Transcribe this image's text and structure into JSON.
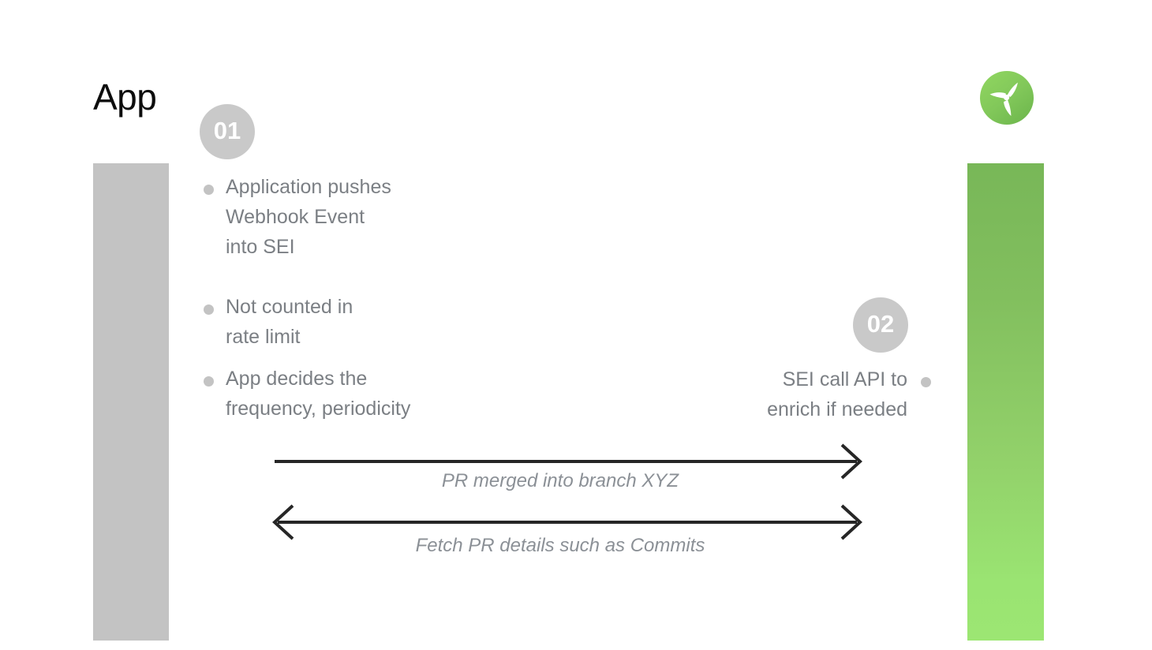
{
  "slide": {
    "title": "App",
    "brand_logo": "propeller-logo",
    "brand_color": "#7ac143"
  },
  "lifelines": [
    {
      "name": "app-lifeline",
      "color": "#c3c3c3"
    },
    {
      "name": "sei-lifeline",
      "color_top": "#78b758",
      "color_bottom": "#9ce673"
    }
  ],
  "steps": [
    {
      "badge": "01",
      "side": "left",
      "bullets": [
        "Application pushes\nWebhook Event\ninto SEI",
        "Not counted in\nrate limit",
        "App decides the\nfrequency, periodicity"
      ],
      "bullet_lines": [
        [
          "Application pushes",
          "Webhook Event",
          "into SEI"
        ],
        [
          "Not counted in",
          "rate limit"
        ],
        [
          "App decides the",
          "frequency, periodicity"
        ]
      ]
    },
    {
      "badge": "02",
      "side": "right",
      "bullets": [
        "SEI call API to\nenrich if needed"
      ],
      "bullet_lines": [
        [
          "SEI call API to",
          "enrich if needed"
        ]
      ]
    }
  ],
  "messages": [
    {
      "label": "PR merged into branch XYZ",
      "direction": "left-to-right",
      "arrowheads": "end"
    },
    {
      "label": "Fetch PR details such as Commits",
      "direction": "bidirectional",
      "arrowheads": "both"
    }
  ],
  "colors": {
    "title": "#0d0d0d",
    "body_text": "#7b7f84",
    "label_text": "#8b9096",
    "badge_fill": "#c9c9c9",
    "bullet_dot": "#c3c3c3",
    "arrow_stroke": "#262626",
    "background": "#ffffff"
  }
}
